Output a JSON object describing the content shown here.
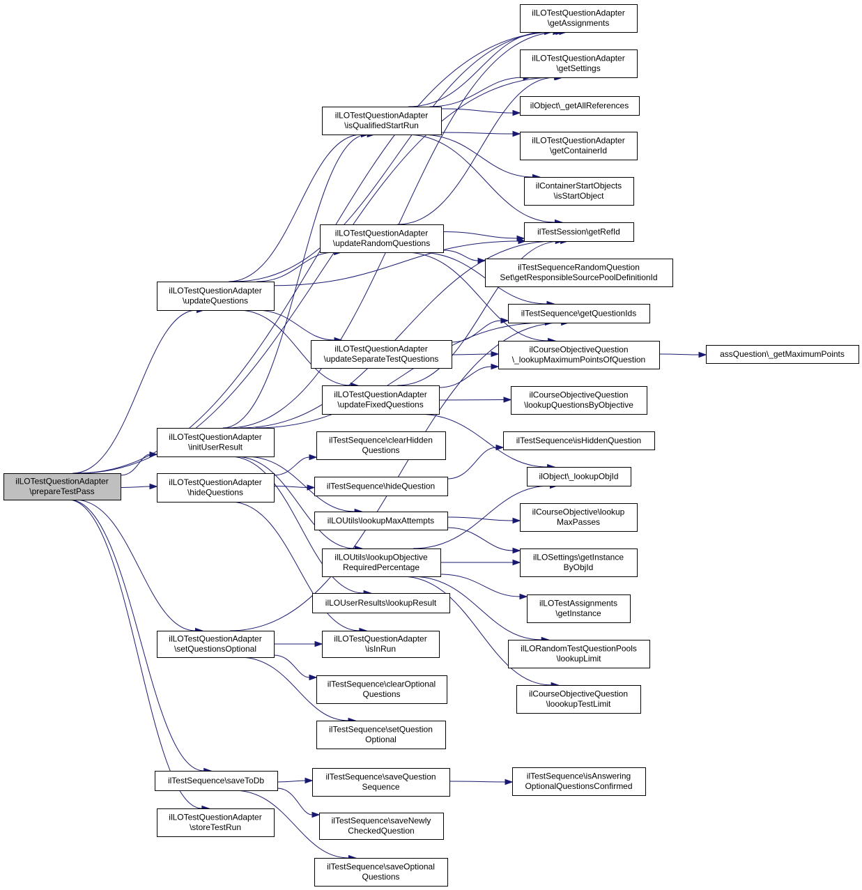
{
  "nodes": [
    {
      "id": "n0",
      "lines": [
        "ilLOTestQuestionAdapter",
        "\\prepareTestPass"
      ],
      "root": true
    },
    {
      "id": "n1",
      "lines": [
        "ilLOTestQuestionAdapter",
        "\\updateQuestions"
      ]
    },
    {
      "id": "n2",
      "lines": [
        "ilLOTestQuestionAdapter",
        "\\initUserResult"
      ]
    },
    {
      "id": "n3",
      "lines": [
        "ilLOTestQuestionAdapter",
        "\\hideQuestions"
      ]
    },
    {
      "id": "n4",
      "lines": [
        "ilLOTestQuestionAdapter",
        "\\setQuestionsOptional"
      ]
    },
    {
      "id": "n5",
      "lines": [
        "ilTestSequence\\saveToDb"
      ]
    },
    {
      "id": "n6",
      "lines": [
        "ilLOTestQuestionAdapter",
        "\\storeTestRun"
      ]
    },
    {
      "id": "n7",
      "lines": [
        "ilLOTestQuestionAdapter",
        "\\isQualifiedStartRun"
      ]
    },
    {
      "id": "n8",
      "lines": [
        "ilLOTestQuestionAdapter",
        "\\updateRandomQuestions"
      ]
    },
    {
      "id": "n9",
      "lines": [
        "ilLOTestQuestionAdapter",
        "\\updateSeparateTestQuestions"
      ]
    },
    {
      "id": "n10",
      "lines": [
        "ilLOTestQuestionAdapter",
        "\\updateFixedQuestions"
      ]
    },
    {
      "id": "n11",
      "lines": [
        "ilTestSequence\\clearHidden",
        "Questions"
      ]
    },
    {
      "id": "n12",
      "lines": [
        "ilTestSequence\\hideQuestion"
      ]
    },
    {
      "id": "n13",
      "lines": [
        "ilLOUtils\\lookupMaxAttempts"
      ]
    },
    {
      "id": "n14",
      "lines": [
        "ilLOUtils\\lookupObjective",
        "RequiredPercentage"
      ]
    },
    {
      "id": "n15",
      "lines": [
        "ilLOUserResults\\lookupResult"
      ]
    },
    {
      "id": "n16",
      "lines": [
        "ilLOTestQuestionAdapter",
        "\\isInRun"
      ]
    },
    {
      "id": "n17",
      "lines": [
        "ilTestSequence\\clearOptional",
        "Questions"
      ]
    },
    {
      "id": "n18",
      "lines": [
        "ilTestSequence\\setQuestion",
        "Optional"
      ]
    },
    {
      "id": "n19",
      "lines": [
        "ilTestSequence\\saveQuestion",
        "Sequence"
      ]
    },
    {
      "id": "n20",
      "lines": [
        "ilTestSequence\\saveNewly",
        "CheckedQuestion"
      ]
    },
    {
      "id": "n21",
      "lines": [
        "ilTestSequence\\saveOptional",
        "Questions"
      ]
    },
    {
      "id": "n22",
      "lines": [
        "ilLOTestQuestionAdapter",
        "\\getAssignments"
      ]
    },
    {
      "id": "n23",
      "lines": [
        "ilLOTestQuestionAdapter",
        "\\getSettings"
      ]
    },
    {
      "id": "n24",
      "lines": [
        "ilObject\\_getAllReferences"
      ]
    },
    {
      "id": "n25",
      "lines": [
        "ilLOTestQuestionAdapter",
        "\\getContainerId"
      ]
    },
    {
      "id": "n26",
      "lines": [
        "ilContainerStartObjects",
        "\\isStartObject"
      ]
    },
    {
      "id": "n27",
      "lines": [
        "ilTestSession\\getRefId"
      ]
    },
    {
      "id": "n28",
      "lines": [
        "ilTestSequenceRandomQuestion",
        "Set\\getResponsibleSourcePoolDefinitionId"
      ]
    },
    {
      "id": "n29",
      "lines": [
        "ilTestSequence\\getQuestionIds"
      ]
    },
    {
      "id": "n30",
      "lines": [
        "ilCourseObjectiveQuestion",
        "\\_lookupMaximumPointsOfQuestion"
      ]
    },
    {
      "id": "n31",
      "lines": [
        "ilCourseObjectiveQuestion",
        "\\lookupQuestionsByObjective"
      ]
    },
    {
      "id": "n32",
      "lines": [
        "ilTestSequence\\isHiddenQuestion"
      ]
    },
    {
      "id": "n33",
      "lines": [
        "ilObject\\_lookupObjId"
      ]
    },
    {
      "id": "n34",
      "lines": [
        "ilCourseObjective\\lookup",
        "MaxPasses"
      ]
    },
    {
      "id": "n35",
      "lines": [
        "ilLOSettings\\getInstance",
        "ByObjId"
      ]
    },
    {
      "id": "n36",
      "lines": [
        "ilLOTestAssignments",
        "\\getInstance"
      ]
    },
    {
      "id": "n37",
      "lines": [
        "ilLORandomTestQuestionPools",
        "\\lookupLimit"
      ]
    },
    {
      "id": "n38",
      "lines": [
        "ilCourseObjectiveQuestion",
        "\\loookupTestLimit"
      ]
    },
    {
      "id": "n39",
      "lines": [
        "ilTestSequence\\isAnswering",
        "OptionalQuestionsConfirmed"
      ]
    },
    {
      "id": "n40",
      "lines": [
        "assQuestion\\_getMaximumPoints"
      ]
    }
  ],
  "edges": [
    [
      "n0",
      "n1"
    ],
    [
      "n0",
      "n2"
    ],
    [
      "n0",
      "n3"
    ],
    [
      "n0",
      "n4"
    ],
    [
      "n0",
      "n5"
    ],
    [
      "n0",
      "n6"
    ],
    [
      "n0",
      "n22"
    ],
    [
      "n0",
      "n23"
    ],
    [
      "n1",
      "n7"
    ],
    [
      "n1",
      "n8"
    ],
    [
      "n1",
      "n9"
    ],
    [
      "n1",
      "n10"
    ],
    [
      "n1",
      "n22"
    ],
    [
      "n1",
      "n27"
    ],
    [
      "n2",
      "n7"
    ],
    [
      "n2",
      "n13"
    ],
    [
      "n2",
      "n14"
    ],
    [
      "n2",
      "n15"
    ],
    [
      "n2",
      "n22"
    ],
    [
      "n2",
      "n27"
    ],
    [
      "n3",
      "n11"
    ],
    [
      "n3",
      "n12"
    ],
    [
      "n3",
      "n16"
    ],
    [
      "n4",
      "n16"
    ],
    [
      "n4",
      "n17"
    ],
    [
      "n4",
      "n18"
    ],
    [
      "n4",
      "n29"
    ],
    [
      "n5",
      "n19"
    ],
    [
      "n5",
      "n20"
    ],
    [
      "n5",
      "n21"
    ],
    [
      "n7",
      "n22"
    ],
    [
      "n7",
      "n23"
    ],
    [
      "n7",
      "n24"
    ],
    [
      "n7",
      "n25"
    ],
    [
      "n7",
      "n26"
    ],
    [
      "n7",
      "n27"
    ],
    [
      "n8",
      "n23"
    ],
    [
      "n8",
      "n27"
    ],
    [
      "n8",
      "n28"
    ],
    [
      "n8",
      "n29"
    ],
    [
      "n8",
      "n30"
    ],
    [
      "n9",
      "n29"
    ],
    [
      "n9",
      "n30"
    ],
    [
      "n10",
      "n27"
    ],
    [
      "n10",
      "n30"
    ],
    [
      "n10",
      "n31"
    ],
    [
      "n10",
      "n33"
    ],
    [
      "n12",
      "n32"
    ],
    [
      "n13",
      "n34"
    ],
    [
      "n13",
      "n35"
    ],
    [
      "n14",
      "n33"
    ],
    [
      "n14",
      "n35"
    ],
    [
      "n14",
      "n36"
    ],
    [
      "n14",
      "n37"
    ],
    [
      "n14",
      "n38"
    ],
    [
      "n19",
      "n39"
    ],
    [
      "n30",
      "n40"
    ],
    [
      "n2",
      "n29"
    ]
  ]
}
